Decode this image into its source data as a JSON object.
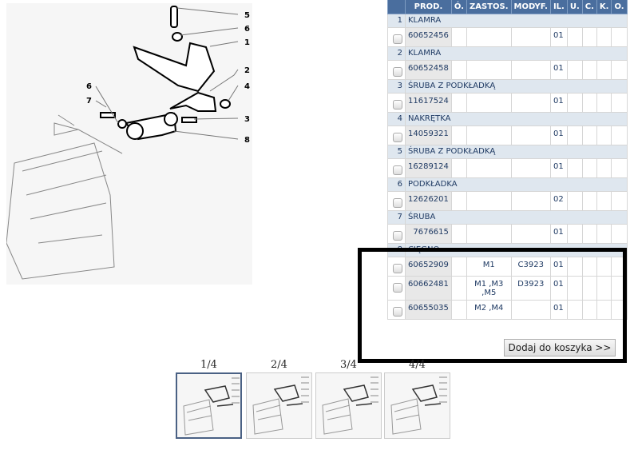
{
  "diagram": {
    "callouts": [
      "5",
      "6",
      "1",
      "2",
      "4",
      "3",
      "8",
      "6",
      "7"
    ]
  },
  "table": {
    "headers": [
      "PROD.",
      "Ó.",
      "ZASTOS.",
      "MODYF.",
      "IL.",
      "U.",
      "C.",
      "K.",
      "O."
    ],
    "groups": [
      {
        "num": "1",
        "name": "KLAMRA",
        "rows": [
          {
            "prod": "60652456",
            "zast": "",
            "modyf": "",
            "il": "01"
          }
        ]
      },
      {
        "num": "2",
        "name": "KLAMRA",
        "rows": [
          {
            "prod": "60652458",
            "zast": "",
            "modyf": "",
            "il": "01"
          }
        ]
      },
      {
        "num": "3",
        "name": "ŚRUBA Z PODKŁADKĄ",
        "rows": [
          {
            "prod": "11617524",
            "zast": "",
            "modyf": "",
            "il": "01"
          }
        ]
      },
      {
        "num": "4",
        "name": "NAKRĘTKA",
        "rows": [
          {
            "prod": "14059321",
            "zast": "",
            "modyf": "",
            "il": "01"
          }
        ]
      },
      {
        "num": "5",
        "name": "ŚRUBA Z PODKŁADKĄ",
        "rows": [
          {
            "prod": "16289124",
            "zast": "",
            "modyf": "",
            "il": "01"
          }
        ]
      },
      {
        "num": "6",
        "name": "PODKŁADKA",
        "rows": [
          {
            "prod": "12626201",
            "zast": "",
            "modyf": "",
            "il": "02"
          }
        ]
      },
      {
        "num": "7",
        "name": "ŚRUBA",
        "rows": [
          {
            "prod": "7676615",
            "zast": "",
            "modyf": "",
            "il": "01"
          }
        ]
      },
      {
        "num": "8",
        "name": "CIĘGNO",
        "rows": [
          {
            "prod": "60652909",
            "zast": "M1",
            "modyf": "C3923",
            "il": "01"
          },
          {
            "prod": "60662481",
            "zast": "M1 ,M3 ,M5",
            "modyf": "D3923",
            "il": "01"
          },
          {
            "prod": "60655035",
            "zast": "M2 ,M4",
            "modyf": "",
            "il": "01"
          }
        ]
      }
    ]
  },
  "add_to_cart": "Dodaj do koszyka >>",
  "thumbnails": [
    "1/4",
    "2/4",
    "3/4",
    "4/4"
  ],
  "colors": {
    "header": "#4a6e9e",
    "group_row": "#dfe7ef",
    "text": "#1f3a63"
  }
}
